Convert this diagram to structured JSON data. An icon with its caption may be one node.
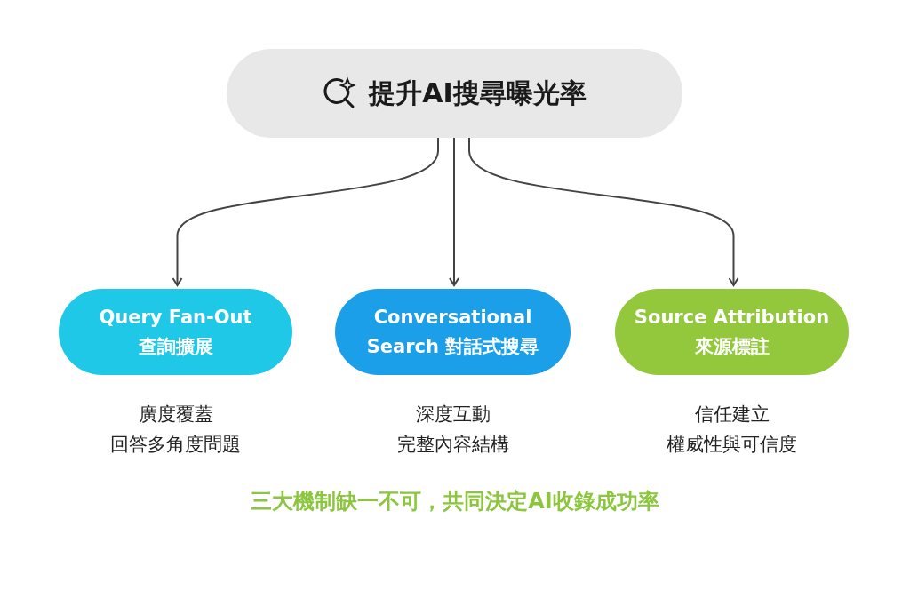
{
  "diagram": {
    "caption": "三大機制缺一不可，共同決定AI收錄成功率",
    "nodes": [
      {
        "text": [
          "提升AI搜尋曝光率"
        ]
      },
      {
        "text": [
          "Query Fan-Out",
          "查詢擴展"
        ],
        "beside": [
          "廣度覆蓋",
          "回答多角度問題"
        ]
      },
      {
        "text": [
          "Conversational Search 對話式搜尋"
        ],
        "beside": [
          "深度互動",
          "完整內容結構"
        ]
      },
      {
        "text": [
          "Source Attribution",
          "來源標註"
        ],
        "beside": [
          "信任建立",
          "權威性與可信度"
        ]
      }
    ],
    "edges": [
      {
        "from": 0,
        "to": 1,
        "arrow": "to"
      },
      {
        "from": 0,
        "to": 2,
        "arrow": "to"
      },
      {
        "from": 0,
        "to": 3,
        "arrow": "to"
      }
    ]
  }
}
